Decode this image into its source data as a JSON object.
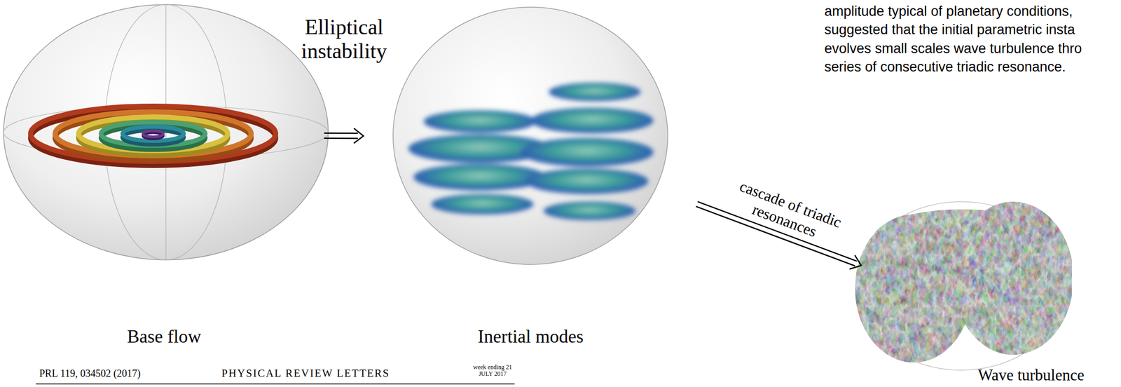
{
  "diagram": {
    "nodes": [
      {
        "text": [
          "Base flow"
        ]
      },
      {
        "text": [
          "Inertial modes"
        ]
      },
      {
        "text": [
          "Wave turbulence"
        ]
      }
    ],
    "edges": [
      {
        "from": 0,
        "to": 1,
        "arrow": "to",
        "label": "Elliptical instability"
      },
      {
        "from": 1,
        "to": 2,
        "arrow": "to",
        "label": "cascade of triadic resonances"
      }
    ],
    "labels": [
      "amplitude typical of planetary conditions, suggested that the initial parametric insta evolves small scales wave turbulence thro series of consecutive triadic resonance.",
      "PRL 119, 034502 (2017)",
      "PHYSICAL REVIEW LETTERS",
      "week ending 21 JULY 2017"
    ]
  }
}
